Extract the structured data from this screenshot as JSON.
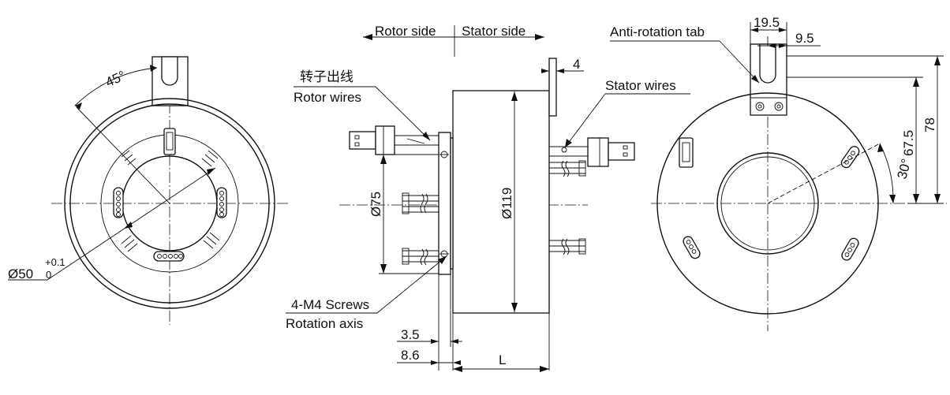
{
  "labels": {
    "angle_left": "45°",
    "bore_dia": "Ø50",
    "tol_upper": "+0.1",
    "tol_lower": "0",
    "rotor_side": "Rotor side",
    "stator_side": "Stator side",
    "rotor_wires_cn": "转子出线",
    "rotor_wires": "Rotor wires",
    "stator_wires": "Stator wires",
    "tab_thickness": "4",
    "dia_75": "Ø75",
    "dia_119": "Ø119",
    "screws": "4-M4 Screws",
    "rotation_axis": "Rotation axis",
    "dim_3_5": "3.5",
    "dim_8_6": "8.6",
    "dim_L": "L",
    "anti_rotation_tab": "Anti-rotation tab",
    "dim_19_5": "19.5",
    "dim_9_5": "9.5",
    "dim_67_5": "67.5",
    "dim_78": "78",
    "angle_right": "30°"
  },
  "colors": {
    "line": "#111111",
    "background": "#ffffff"
  }
}
